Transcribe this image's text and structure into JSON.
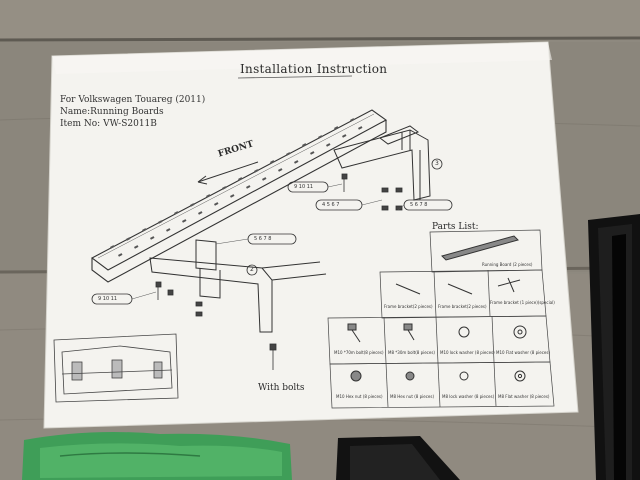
{
  "document": {
    "title": "Installation Instruction",
    "vehicle_line": "For Volkswagen Touareg (2011)",
    "name_line": "Name:Running Boards",
    "item_line": "Item No: VW-S2011B",
    "front_label": "FRONT",
    "with_bolts_label": "With bolts",
    "parts_list_title": "Parts List:",
    "callouts": {
      "c3": "3",
      "c2": "2",
      "group_a": "9 10 11",
      "group_b": "4 5 6 7",
      "group_c": "5 6 7 8",
      "group_d": "5 6 7 8",
      "group_e": "9 10 11"
    },
    "parts": [
      "Running Board (2 pieces)",
      "Frame bracket(2 pieces)",
      "Frame bracket(2 pieces)",
      "Frame bracket (1 piece)(special)",
      "M10 *70m bolt(8 pieces)",
      "M8 *30m bolt(8 pieces)",
      "M10 lock washer (8 pieces)",
      "M10 Flat washer (8 pieces)",
      "M10 Hex nut (8 pieces)",
      "M8 Hex nut (8 pieces)",
      "M8 lock washer (8 pieces)",
      "M8 Flat washer (8 pieces)"
    ]
  }
}
